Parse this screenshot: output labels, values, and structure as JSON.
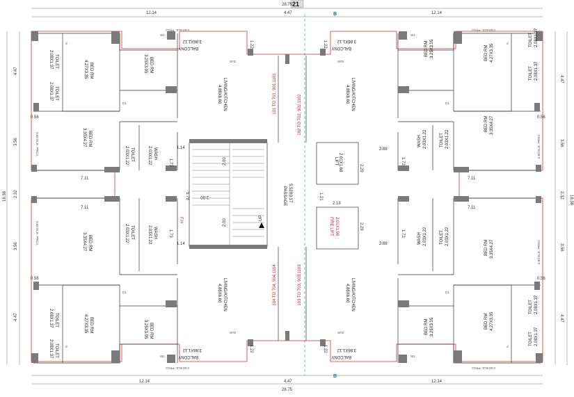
{
  "title_fragment": "21",
  "section_mark": "B",
  "dims": {
    "overall_width": "28.75",
    "side_span": "12.14",
    "core_span": "4.47",
    "overall_height": "18.38",
    "bay_upper": "4.47",
    "bay_mid": "3.56",
    "bay_center": "2.32",
    "wing_width": "7.11",
    "balcony_depth": "1.22",
    "stair_flight": "2.00",
    "stair_run": "5.78",
    "wash_offset": "1.73",
    "wash_gap": "1.14",
    "lift_gap": "2.88",
    "lift_width": "2.29",
    "passage_gap": "1.21",
    "passage_gap2": "2.19",
    "toilet_gap": "0.56"
  },
  "rooms": {
    "toilet": "TOILET",
    "toilet_size": "2.08X1.37",
    "toilet_small_size": "2.03X1.22",
    "bed_main": "BED RM",
    "bed_main_size": "4.27X3.35",
    "bed_2_size": "3.25X3.05",
    "bed_3_size": "3.35X4.27",
    "balcony": "BALCONY",
    "balcony_size": "3.86X1.12",
    "living": "LIVING/KITCHEN",
    "living_size": "4.88X6.60",
    "wash": "WASH",
    "wash_size": "2.03X1.22",
    "lift": "LIFT",
    "lift_size": "2.01X1.68",
    "fire_lift": "FIRE LIFT",
    "fire_lift_size": "2.01X1.98",
    "passage": "PASSAGE",
    "passage_size": "5.52X0.17",
    "fh": "F.H",
    "up": "UP"
  },
  "flats": {
    "top_left": "101 TO 701, 901,1101",
    "top_right": "102 TO 702, 902,1102",
    "bottom_left": "104 TO 704, 904,1104",
    "bottom_right": "103 TO 703, 903,1103"
  },
  "small_labels": {
    "ele_proj": "0.60 ELE. PROJ.",
    "sfd": "SFD",
    "door_d": "d",
    "door_d1": "D1",
    "window_w1": "W1"
  }
}
